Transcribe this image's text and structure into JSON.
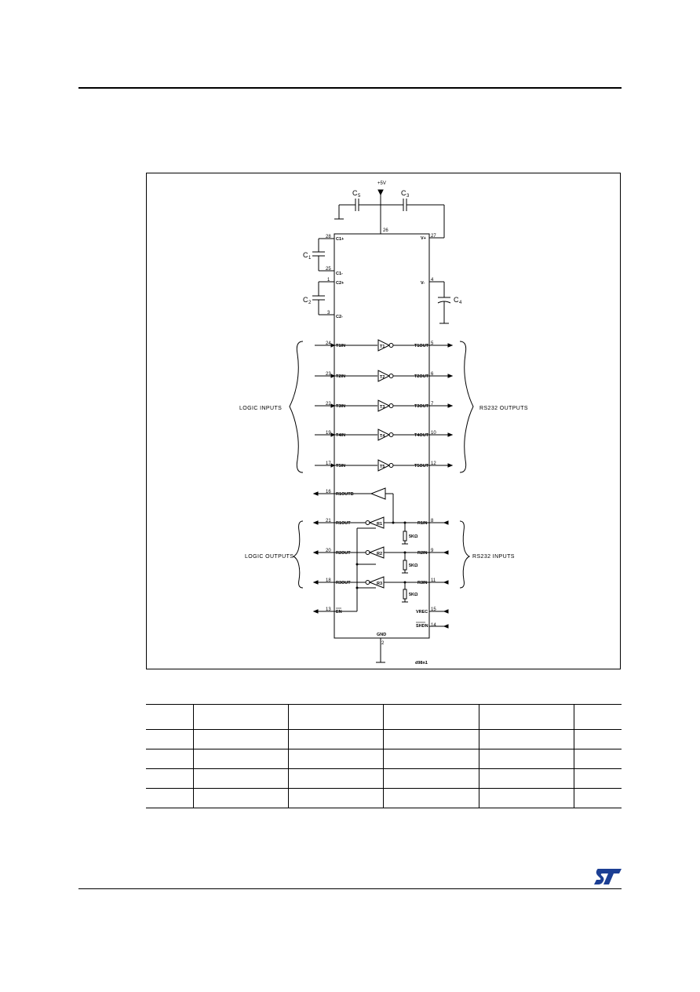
{
  "diagram": {
    "supply_label": "+5V",
    "ground_label": "GND",
    "figure_code": "d98n1",
    "group_labels": {
      "logic_inputs": "LOGIC INPUTS",
      "rs232_outputs": "RS232 OUTPUTS",
      "logic_outputs": "LOGIC OUTPUTS",
      "rs232_inputs": "RS232 INPUTS"
    },
    "capacitors": {
      "c5": {
        "letter": "C",
        "index": "5"
      },
      "c3": {
        "letter": "C",
        "index": "3"
      },
      "c1": {
        "letter": "C",
        "index": "1"
      },
      "c2": {
        "letter": "C",
        "index": "2"
      },
      "c4": {
        "letter": "C",
        "index": "4"
      }
    },
    "pins": {
      "vcc": "26",
      "c1p": "28",
      "c1m": "25",
      "c2p": "1",
      "c2m": "3",
      "vplus": "27",
      "vminus": "4",
      "gnd": "2",
      "t1in": "24",
      "t2in": "23",
      "t3in": "22",
      "t4in": "19",
      "t5in": "17",
      "t1out": "5",
      "t2out": "6",
      "t3out": "7",
      "t4out": "10",
      "t5out": "12",
      "r1outb": "16",
      "r1out": "21",
      "r2out": "20",
      "r3out": "18",
      "en": "13",
      "r1in": "8",
      "r2in": "9",
      "r3in": "11",
      "vrec": "15",
      "shdn": "14"
    },
    "signals": {
      "c1p": "C1+",
      "c1m": "C1-",
      "c2p": "C2+",
      "c2m": "C2-",
      "vplus": "V+",
      "vminus": "V-",
      "t1in": "T1IN",
      "t2in": "T2IN",
      "t3in": "T3IN",
      "t4in": "T4IN",
      "t5in": "T5IN",
      "t1out": "T1OUT",
      "t2out": "T2OUT",
      "t3out": "T3OUT",
      "t4out": "T4OUT",
      "t5out": "T5OUT",
      "r1outb": "R1OUTB",
      "r1out": "R1OUT",
      "r2out": "R2OUT",
      "r3out": "R3OUT",
      "en": "EN",
      "r1in": "R1IN",
      "r2in": "R2IN",
      "r3in": "R3IN",
      "vrec": "VREC",
      "shdn": "SHDN"
    },
    "gates": {
      "t1": "T1",
      "t2": "T2",
      "t3": "T3",
      "t4": "T4",
      "t5": "T5",
      "r1": "R1",
      "r2": "R2",
      "r3": "R3"
    },
    "resistors": {
      "r1": "5KΩ",
      "r2": "5KΩ",
      "r3": "5KΩ"
    }
  },
  "table": {
    "columns": 6,
    "body_rows": 4
  },
  "logo": {
    "name": "st-logo",
    "color": "#1c3f94"
  }
}
